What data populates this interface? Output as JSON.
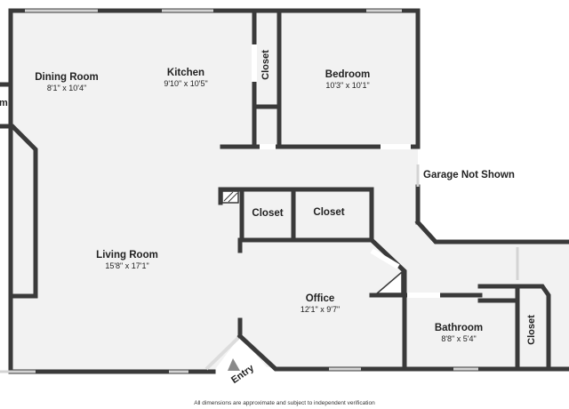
{
  "plan": {
    "rooms": [
      {
        "id": "dining",
        "name": "Dining Room",
        "dims": "8'1\" x 10'4\""
      },
      {
        "id": "kitchen",
        "name": "Kitchen",
        "dims": "9'10\" x 10'5\""
      },
      {
        "id": "bedroom",
        "name": "Bedroom",
        "dims": "10'3\" x 10'1\""
      },
      {
        "id": "living",
        "name": "Living Room",
        "dims": "15'8\" x 17'1\""
      },
      {
        "id": "office",
        "name": "Office",
        "dims": "12'1\" x 9'7\""
      },
      {
        "id": "bathroom",
        "name": "Bathroom",
        "dims": "8'8\" x 5'4\""
      }
    ],
    "closets": [
      "Closet",
      "Closet",
      "Closet",
      "Closet"
    ],
    "partial_label": "m",
    "garage_note": "Garage Not Shown",
    "entry_label": "Entry",
    "disclaimer": "All dimensions are approximate and subject to independent verification",
    "colors": {
      "wall": "#3a3a3a",
      "floor": "#f2f2f2",
      "window": "#d4d4d4"
    }
  }
}
